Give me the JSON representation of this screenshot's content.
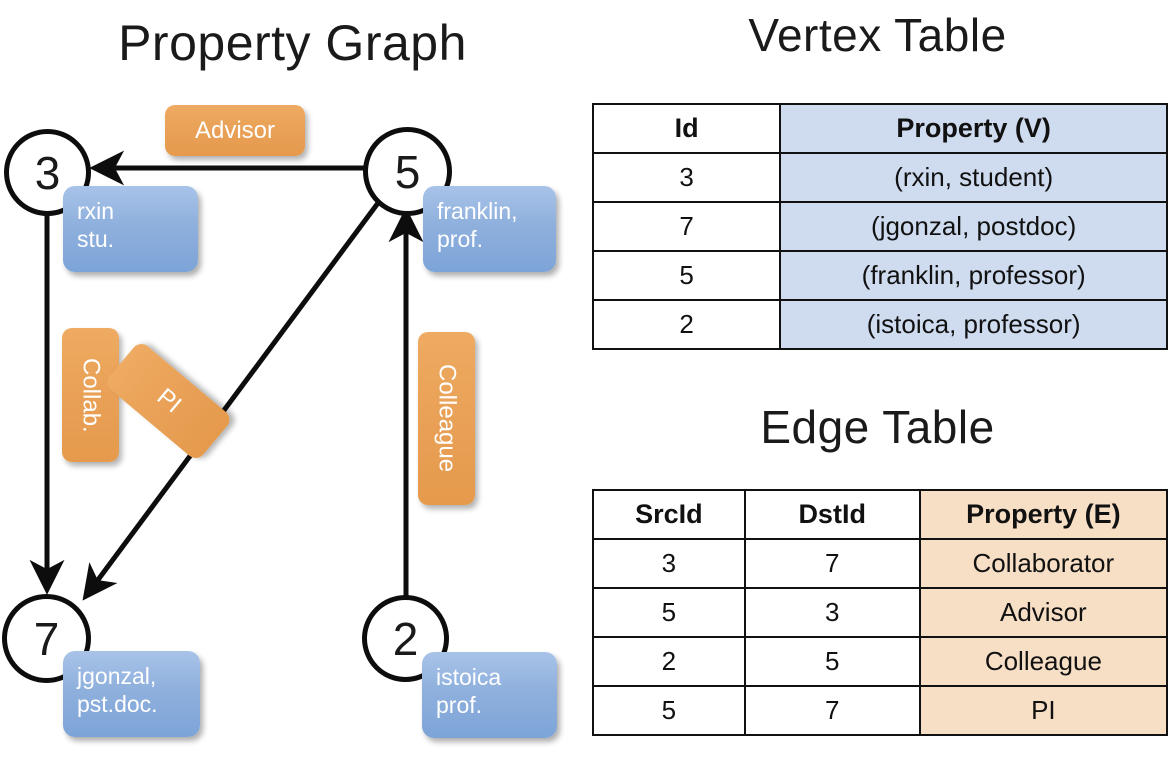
{
  "panels": {
    "graph_title": "Property Graph",
    "vertex_title": "Vertex Table",
    "edge_title": "Edge Table"
  },
  "graph": {
    "nodes": [
      {
        "id": "3",
        "property": "rxin\nstu.",
        "line1": "rxin",
        "line2": "stu."
      },
      {
        "id": "5",
        "property": "franklin, prof.",
        "line1": "franklin,",
        "line2": "prof."
      },
      {
        "id": "7",
        "property": "jgonzal, pst.doc.",
        "line1": "jgonzal,",
        "line2": "pst.doc."
      },
      {
        "id": "2",
        "property": "istoica prof.",
        "line1": "istoica",
        "line2": "prof."
      }
    ],
    "edges": [
      {
        "label": "Advisor",
        "src": "5",
        "dst": "3"
      },
      {
        "label": "Collab.",
        "src": "3",
        "dst": "7"
      },
      {
        "label": "PI",
        "src": "5",
        "dst": "7"
      },
      {
        "label": "Colleague",
        "src": "2",
        "dst": "5"
      }
    ]
  },
  "vertex_table": {
    "headers": [
      "Id",
      "Property (V)"
    ],
    "rows": [
      [
        "3",
        "(rxin, student)"
      ],
      [
        "7",
        "(jgonzal, postdoc)"
      ],
      [
        "5",
        "(franklin, professor)"
      ],
      [
        "2",
        "(istoica, professor)"
      ]
    ]
  },
  "edge_table": {
    "headers": [
      "SrcId",
      "DstId",
      "Property (E)"
    ],
    "rows": [
      [
        "3",
        "7",
        "Collaborator"
      ],
      [
        "5",
        "3",
        "Advisor"
      ],
      [
        "2",
        "5",
        "Colleague"
      ],
      [
        "5",
        "7",
        "PI"
      ]
    ]
  },
  "colors": {
    "vertex_fill": "#cfdcef",
    "edge_fill": "#f7dfc6",
    "node_box_blue": "#8fb0dd",
    "edge_label_orange": "#e9a157",
    "stroke": "#111111"
  }
}
